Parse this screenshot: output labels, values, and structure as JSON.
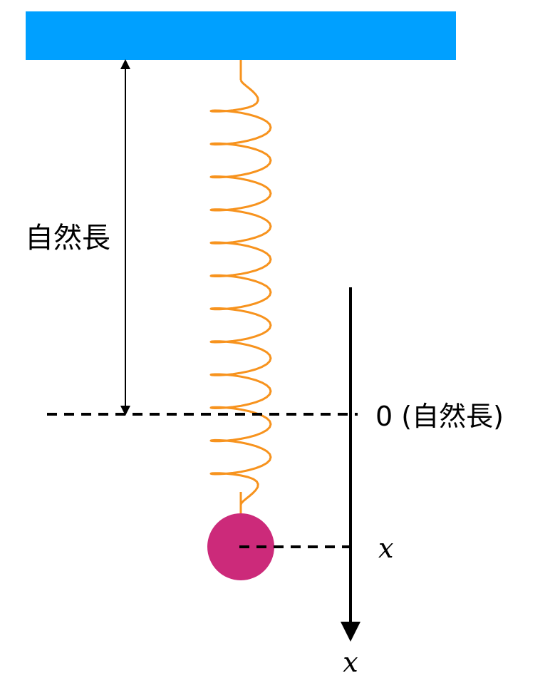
{
  "colors": {
    "ceiling": "#00A0FF",
    "spring": "#F7931E",
    "mass": "#CC2A7A",
    "line": "#000000"
  },
  "labels": {
    "natural_length": "自然長",
    "zero_mark": "0 (自然長)",
    "x_mark": "x",
    "axis_label": "x"
  }
}
